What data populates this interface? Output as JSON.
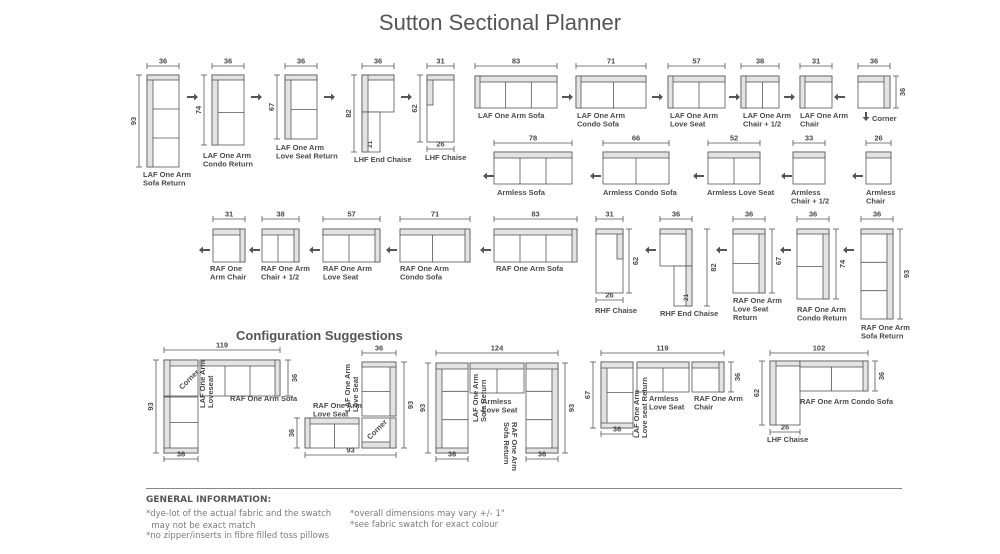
{
  "title": "Sutton Sectional Planner",
  "config_title": "Configuration Suggestions",
  "general": {
    "heading": "GENERAL INFORMATION:",
    "notes": [
      "*dye-lot of the actual fabric and the swatch\n  may not be exact match",
      "*no zipper/inserts in fibre filled toss pillows",
      "*overall dimensions may vary +/- 1\"",
      "*see fabric swatch for exact colour"
    ]
  },
  "pieces": [
    {
      "id": "laf-sofa-return",
      "label": [
        "LAF One Arm",
        "Sofa Return"
      ],
      "w": "36",
      "h": "93"
    },
    {
      "id": "laf-condo-return",
      "label": [
        "LAF One Arm",
        "Condo Return"
      ],
      "w": "36",
      "h": "74"
    },
    {
      "id": "laf-loveseat-return",
      "label": [
        "LAF One Arm",
        "Love Seat Return"
      ],
      "w": "36",
      "h": "67"
    },
    {
      "id": "lhf-end-chaise",
      "label": [
        "LHF End Chaise"
      ],
      "w": "36",
      "h": "82",
      "inner": "21"
    },
    {
      "id": "lhf-chaise",
      "label": [
        "LHF Chaise"
      ],
      "w": "31",
      "h": "62",
      "inner": "26"
    },
    {
      "id": "laf-sofa",
      "label": [
        "LAF One Arm Sofa"
      ],
      "w": "83"
    },
    {
      "id": "laf-condo-sofa",
      "label": [
        "LAF One Arm",
        "Condo Sofa"
      ],
      "w": "71"
    },
    {
      "id": "laf-loveseat",
      "label": [
        "LAF One Arm",
        "Love Seat"
      ],
      "w": "57"
    },
    {
      "id": "laf-chair-half",
      "label": [
        "LAF One Arm",
        "Chair + 1/2"
      ],
      "w": "38"
    },
    {
      "id": "laf-chair",
      "label": [
        "LAF One Arm",
        "Chair"
      ],
      "w": "31"
    },
    {
      "id": "corner",
      "label": [
        "Corner"
      ],
      "w": "36",
      "h": "36"
    },
    {
      "id": "armless-sofa",
      "label": [
        "Armless Sofa"
      ],
      "w": "78"
    },
    {
      "id": "armless-condo-sofa",
      "label": [
        "Armless Condo Sofa"
      ],
      "w": "66"
    },
    {
      "id": "armless-loveseat",
      "label": [
        "Armless Love Seat"
      ],
      "w": "52"
    },
    {
      "id": "armless-chair-half",
      "label": [
        "Armless",
        "Chair + 1/2"
      ],
      "w": "33"
    },
    {
      "id": "armless-chair",
      "label": [
        "Armless",
        "Chair"
      ],
      "w": "26"
    },
    {
      "id": "raf-chair",
      "label": [
        "RAF One",
        "Arm Chair"
      ],
      "w": "31"
    },
    {
      "id": "raf-chair-half",
      "label": [
        "RAF One Arm",
        "Chair + 1/2"
      ],
      "w": "38"
    },
    {
      "id": "raf-loveseat",
      "label": [
        "RAF One Arm",
        "Love Seat"
      ],
      "w": "57"
    },
    {
      "id": "raf-condo-sofa",
      "label": [
        "RAF One Arm",
        "Condo Sofa"
      ],
      "w": "71"
    },
    {
      "id": "raf-sofa",
      "label": [
        "RAF One Arm Sofa"
      ],
      "w": "83"
    },
    {
      "id": "rhf-chaise",
      "label": [
        "RHF Chaise"
      ],
      "w": "31",
      "h": "62",
      "inner": "26"
    },
    {
      "id": "rhf-end-chaise",
      "label": [
        "RHF End Chaise"
      ],
      "w": "36",
      "h": "82",
      "inner": "21"
    },
    {
      "id": "raf-loveseat-return",
      "label": [
        "RAF One Arm",
        "Love Seat",
        "Return"
      ],
      "w": "36",
      "h": "67"
    },
    {
      "id": "raf-condo-return",
      "label": [
        "RAF One Arm",
        "Condo Return"
      ],
      "w": "36",
      "h": "74"
    },
    {
      "id": "raf-sofa-return",
      "label": [
        "RAF One Arm",
        "Sofa Return"
      ],
      "w": "36",
      "h": "93"
    }
  ],
  "configs": [
    {
      "id": "c1",
      "dims": [
        "119",
        "36",
        "93",
        "36"
      ],
      "labels": [
        "Corner",
        "RAF One Arm Sofa",
        "LAF One Arm",
        "Loveseat"
      ]
    },
    {
      "id": "c2",
      "dims": [
        "36",
        "93",
        "36",
        "93"
      ],
      "labels": [
        "LAF One Arm",
        "Love Seat",
        "RAF One Arm",
        "Love Seat",
        "Corner"
      ]
    },
    {
      "id": "c3",
      "dims": [
        "124",
        "93",
        "93",
        "36",
        "36"
      ],
      "labels": [
        "Armless",
        "Love Seat",
        "LAF One Arm",
        "Sofa Return",
        "RAF One Arm",
        "Sofa Return"
      ]
    },
    {
      "id": "c4",
      "dims": [
        "119",
        "67",
        "36",
        "36"
      ],
      "labels": [
        "Armless",
        "Love Seat",
        "RAF One Arm",
        "Chair",
        "LAF One Arm",
        "Love seat Return"
      ]
    },
    {
      "id": "c5",
      "dims": [
        "102",
        "62",
        "36",
        "26"
      ],
      "labels": [
        "RAF One Arm Condo Sofa",
        "LHF Chaise"
      ]
    }
  ],
  "colors": {
    "line": "#555555",
    "shade": "#e3e3e3",
    "text": "#4a4a4a"
  }
}
